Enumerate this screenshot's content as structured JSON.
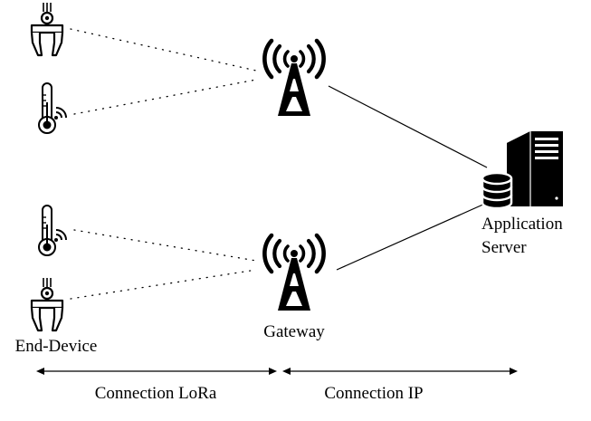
{
  "labels": {
    "end_device": "End-Device",
    "gateway": "Gateway",
    "server_line1": "Application",
    "server_line2": "Server",
    "lora": "Connection LoRa",
    "ip": "Connection IP"
  },
  "colors": {
    "ink": "#000000",
    "background": "#ffffff"
  },
  "icons": {
    "actuator": "robotic-gripper-icon",
    "sensor": "thermometer-wireless-icon",
    "gateway": "antenna-tower-icon",
    "server": "server-tower-with-database-icon"
  }
}
